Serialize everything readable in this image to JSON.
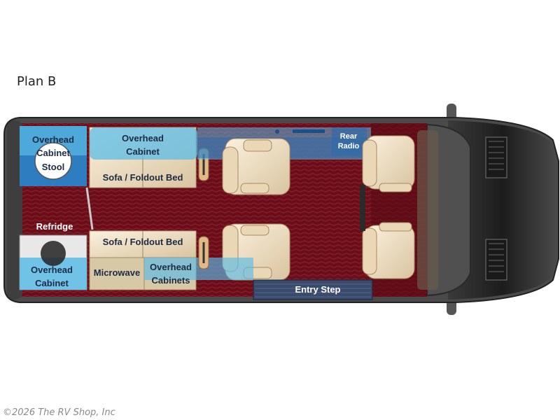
{
  "plan_title": "Plan B",
  "copyright": "©2026 The RV Shop, Inc",
  "labels": {
    "overhead_cabinet_stool_1": "Overhead",
    "overhead_cabinet_stool_2": "Cabinet",
    "overhead_cabinet_stool_3": "Stool",
    "overhead_cabinet_top_1": "Overhead",
    "overhead_cabinet_top_2": "Cabinet",
    "sofa_top": "Sofa / Foldout Bed",
    "rear_radio_1": "Rear",
    "rear_radio_2": "Radio",
    "refridge": "Refridge",
    "sofa_bottom": "Sofa / Foldout Bed",
    "overhead_cabinet_bottom_1": "Overhead",
    "overhead_cabinet_bottom_2": "Cabinet",
    "microwave": "Microwave",
    "overhead_cabinets_1": "Overhead",
    "overhead_cabinets_2": "Cabinets",
    "entry_step": "Entry Step"
  },
  "colors": {
    "carpet": "#6e0f1c",
    "cabinet_blue": "#5bc0e6",
    "cabinet_dark": "#2a6fb0",
    "body_outline": "#3a3a3a",
    "cab_body": "#2b2b2b",
    "seat_cream": "#f1e2c8",
    "counter_tan": "#d8c9a6"
  }
}
